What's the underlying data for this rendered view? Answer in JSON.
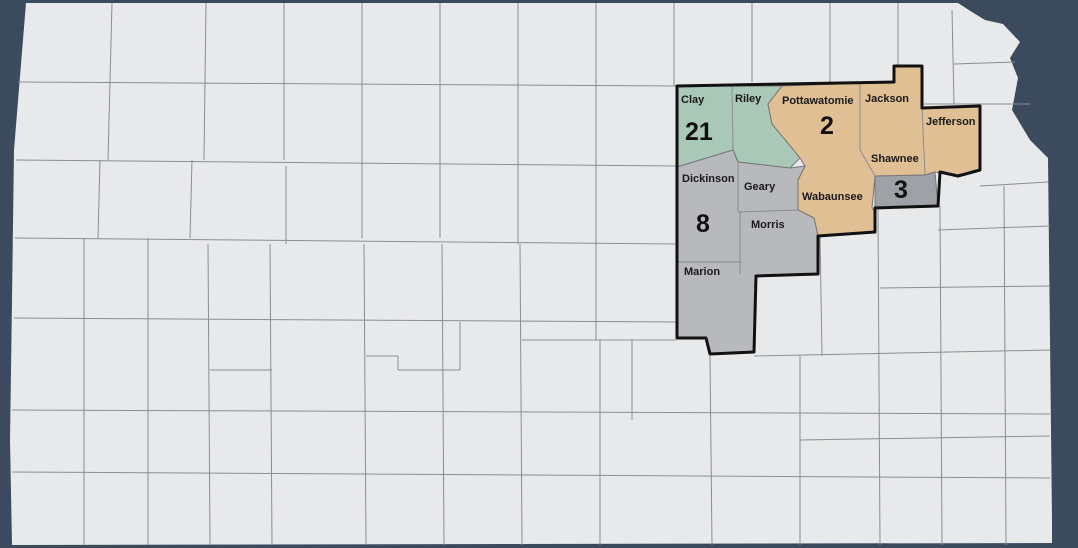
{
  "colors": {
    "background": "#3b4a5c",
    "state_fill": "#e8e9ea",
    "county_line": "#8a8d91",
    "district_21": "#a9c8b8",
    "district_2": "#dfbf93",
    "district_8": "#b7b9bc",
    "district_3": "#9ea1a6"
  },
  "districts": [
    {
      "id": "21",
      "number": "21",
      "color_key": "district_21"
    },
    {
      "id": "2",
      "number": "2",
      "color_key": "district_2"
    },
    {
      "id": "8",
      "number": "8",
      "color_key": "district_8"
    },
    {
      "id": "3",
      "number": "3",
      "color_key": "district_3"
    }
  ],
  "counties": {
    "clay": "Clay",
    "riley": "Riley",
    "pottawatomie": "Pottawatomie",
    "jackson": "Jackson",
    "jefferson": "Jefferson",
    "shawnee": "Shawnee",
    "wabaunsee": "Wabaunsee",
    "dickinson": "Dickinson",
    "geary": "Geary",
    "morris": "Morris",
    "marion": "Marion"
  }
}
